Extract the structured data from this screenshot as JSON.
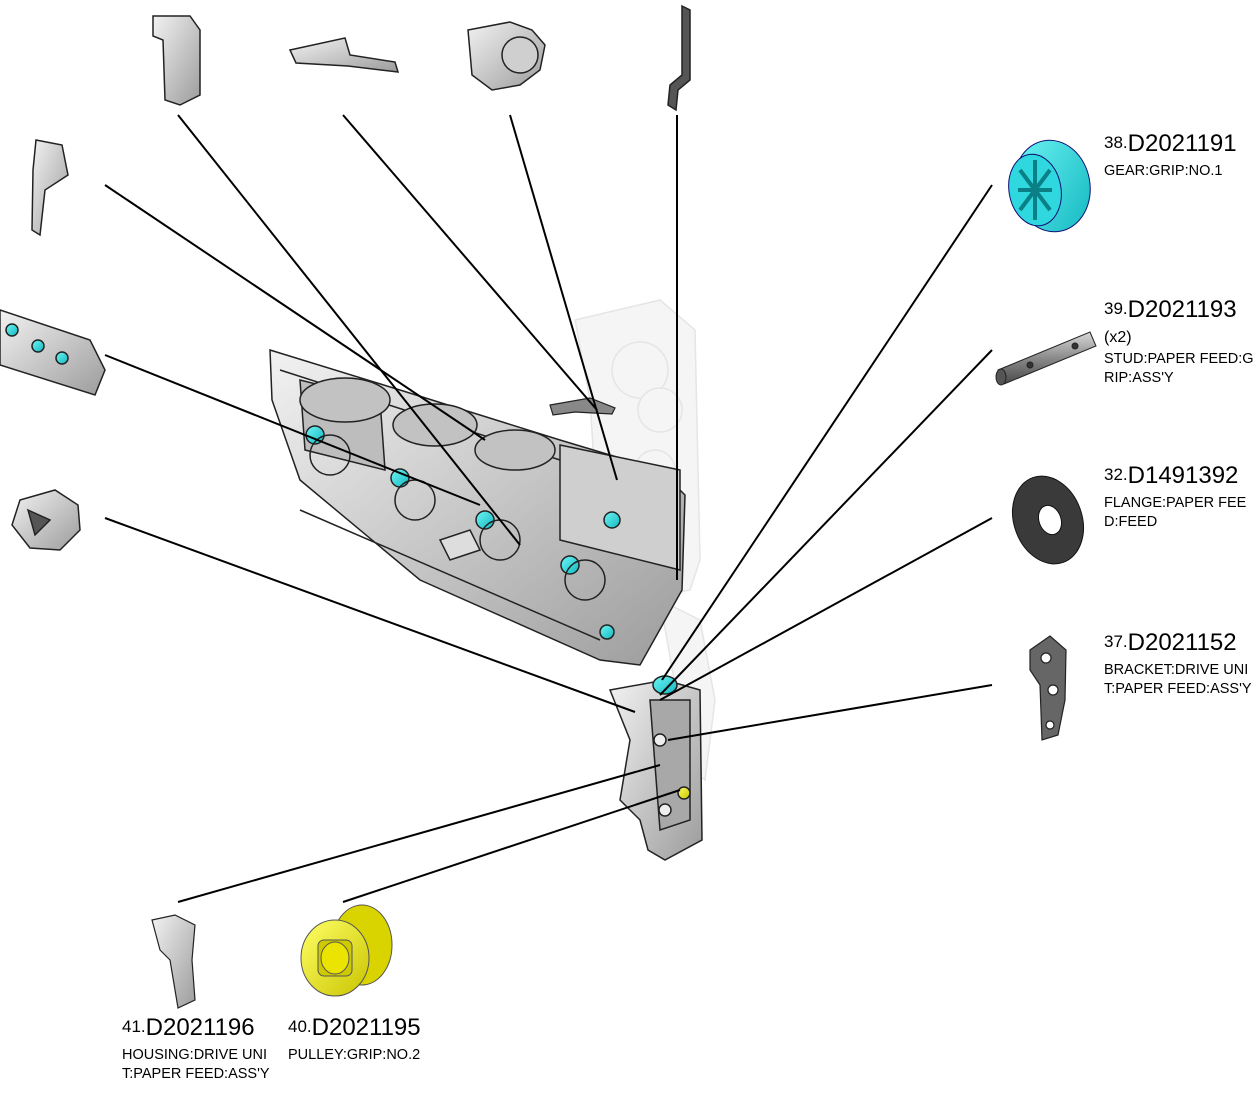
{
  "diagram": {
    "callouts": [
      {
        "id": "p38",
        "number": "38.",
        "code": "D2021191",
        "qty": "",
        "desc": "GEAR:GRIP:NO.1",
        "color": "#2de0e0"
      },
      {
        "id": "p39",
        "number": "39.",
        "code": "D2021193",
        "qty": "(x2)",
        "desc": "STUD:PAPER FEED:GRIP:ASS'Y",
        "color": "#9a9a9a"
      },
      {
        "id": "p32",
        "number": "32.",
        "code": "D1491392",
        "qty": "",
        "desc": "FLANGE:PAPER FEED:FEED",
        "color": "#3a3a3a"
      },
      {
        "id": "p37",
        "number": "37.",
        "code": "D2021152",
        "qty": "",
        "desc": "BRACKET:DRIVE UNIT:PAPER FEED:ASS'Y",
        "color": "#555555"
      },
      {
        "id": "p41",
        "number": "41.",
        "code": "D2021196",
        "qty": "",
        "desc": "HOUSING:DRIVE UNIT:PAPER FEED:ASS'Y",
        "color": "#888888"
      },
      {
        "id": "p40",
        "number": "40.",
        "code": "D2021195",
        "qty": "",
        "desc": "PULLEY:GRIP:NO.2",
        "color": "#e8e800"
      }
    ]
  }
}
